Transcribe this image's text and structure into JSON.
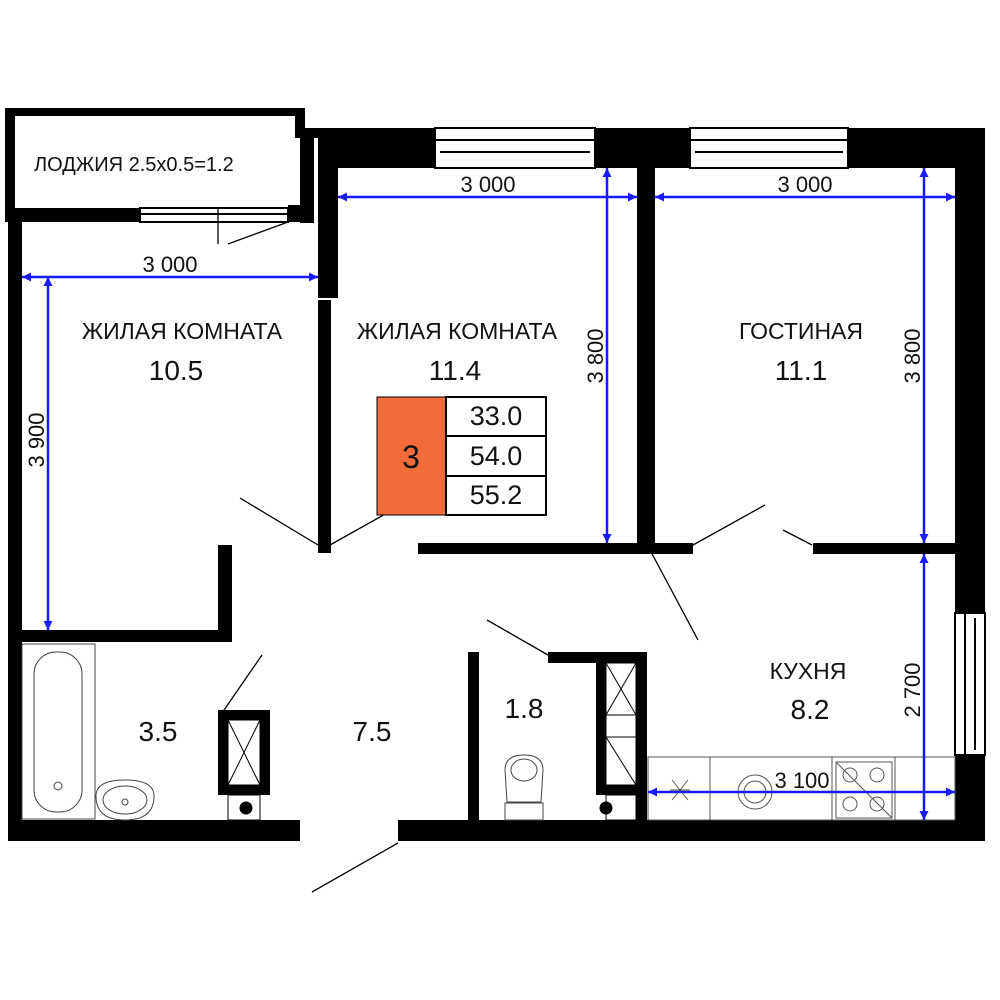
{
  "loggia": {
    "label": "ЛОДЖИЯ 2.5х0.5=1.2"
  },
  "rooms": {
    "bedroom1": {
      "name": "ЖИЛАЯ КОМНАТА",
      "area": "10.5"
    },
    "bedroom2": {
      "name": "ЖИЛАЯ КОМНАТА",
      "area": "11.4"
    },
    "living": {
      "name": "ГОСТИНАЯ",
      "area": "11.1"
    },
    "kitchen": {
      "name": "КУХНЯ",
      "area": "8.2"
    },
    "bathroom": {
      "area": "3.5"
    },
    "hall": {
      "area": "7.5"
    },
    "wc": {
      "area": "1.8"
    }
  },
  "dimensions": {
    "bedroom1_width": "3 000",
    "bedroom1_depth": "3 900",
    "bedroom2_width": "3 000",
    "bedroom2_depth": "3 800",
    "living_width": "3 000",
    "living_depth": "3 800",
    "kitchen_depth": "2 700",
    "kitchen_width": "3 100"
  },
  "apartment": {
    "rooms_count": "3",
    "living_area": "33.0",
    "total_area": "54.0",
    "total_area_with_loggia": "55.2"
  },
  "colors": {
    "wall": "#000000",
    "dimension_line": "#1a1aff",
    "badge": "#f26b3a"
  }
}
